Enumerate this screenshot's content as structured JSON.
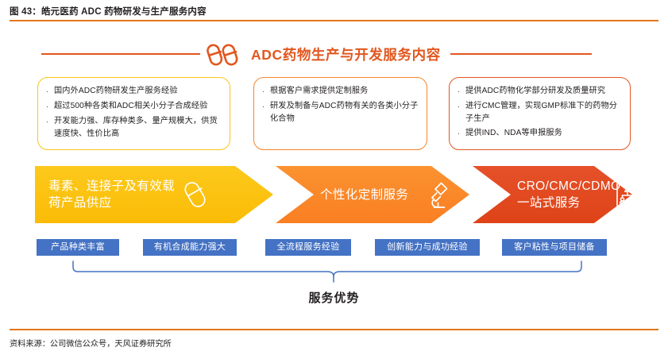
{
  "figure": {
    "title": "图 43：皓元医药 ADC 药物研发与生产服务内容",
    "source_note": "资料来源：公司微信公众号，天风证券研究所"
  },
  "heading": {
    "text": "ADC药物生产与开发服务内容",
    "icon": "capsules-icon",
    "color": "#e2571f"
  },
  "boxes": [
    {
      "border_color": "#fbc51d",
      "bullets": [
        "国内外ADC药物研发生产服务经验",
        "超过500种各类和ADC相关小分子合成经验",
        "开发能力强、库存种类多、量产规模大，供货速度快、性价比高"
      ]
    },
    {
      "border_color": "#f5862a",
      "bullets": [
        "根据客户需求提供定制服务",
        "研发及制备与ADC药物有关的各类小分子化合物"
      ]
    },
    {
      "border_color": "#e2571f",
      "bullets": [
        "提供ADC药物化学部分研发及质量研究",
        "进行CMC管理，实现GMP标准下的药物分子生产",
        "提供IND、NDA等申报服务"
      ]
    }
  ],
  "banner": {
    "steps": [
      {
        "label": "毒素、连接子及有效载\n荷产品供应",
        "icon": "capsule-icon",
        "color": "#fbc008"
      },
      {
        "label": "个性化定制服务",
        "icon": "microscope-icon",
        "color": "#fa8526"
      },
      {
        "label": "CRO/CMC/CDMO\n一站式服务",
        "icon": "org-chart-icon",
        "color": "#e2491e"
      }
    ]
  },
  "tags": {
    "color": "#4472c4",
    "items": [
      "产品种类丰富",
      "有机合成能力强大",
      "全流程服务经验",
      "创新能力与成功经验",
      "客户粘性与项目储备"
    ]
  },
  "summary": {
    "label": "服务优势",
    "brace_color": "#4472c4"
  }
}
